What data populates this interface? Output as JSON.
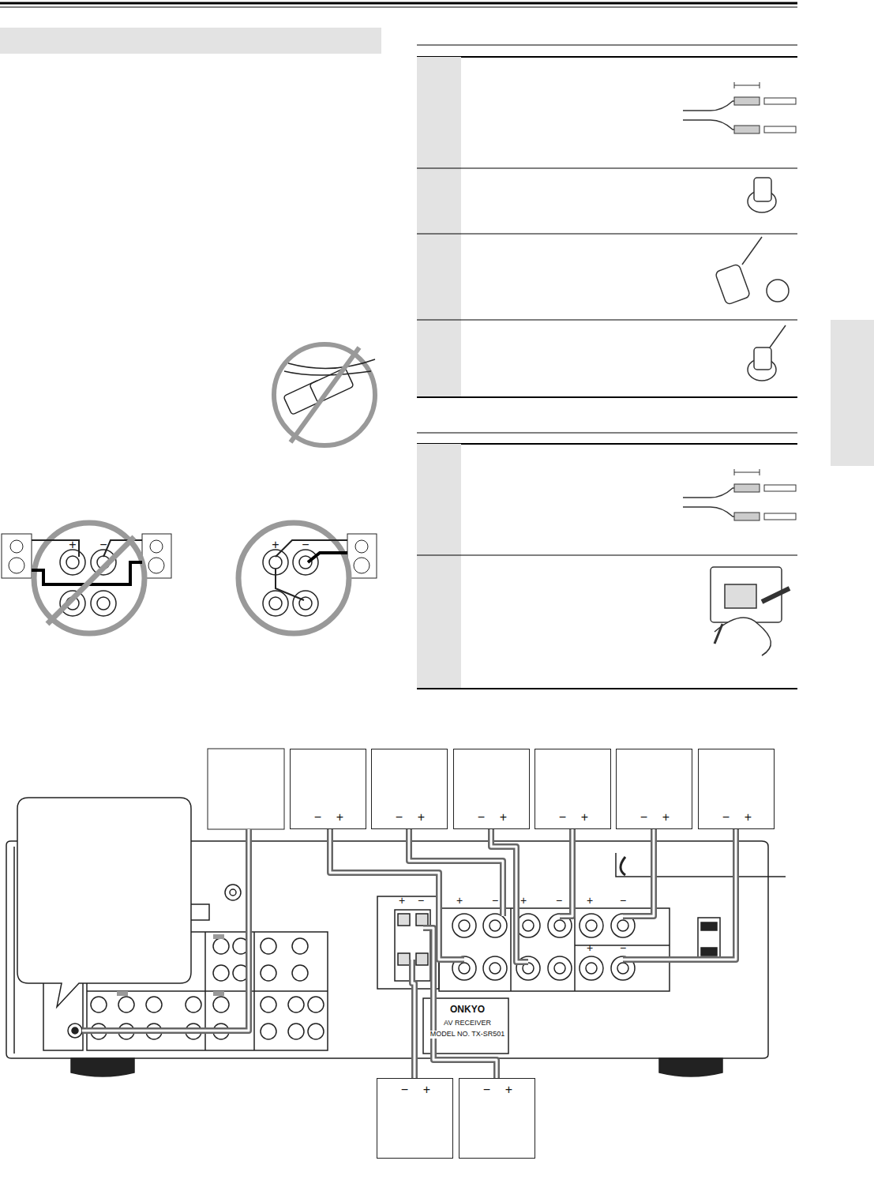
{
  "diagram": {
    "nodes": [
      {
        "text": [
          "−",
          "+"
        ]
      },
      {
        "text": [
          "−",
          "+"
        ]
      },
      {
        "text": [
          "−",
          "+"
        ]
      },
      {
        "text": [
          "−",
          "+"
        ]
      },
      {
        "text": [
          "−",
          "+"
        ]
      },
      {
        "text": [
          "−",
          "+"
        ]
      },
      {
        "text": [
          "−",
          "+"
        ]
      },
      {
        "text": [
          "−",
          "+"
        ]
      }
    ],
    "labels": [
      "+",
      "−",
      "+",
      "−",
      "+",
      "−",
      "+",
      "−",
      "+",
      "−",
      "+",
      "−",
      "+",
      "−",
      "ONKYO",
      "AV RECEIVER",
      "MODEL NO. TX-SR501"
    ]
  }
}
